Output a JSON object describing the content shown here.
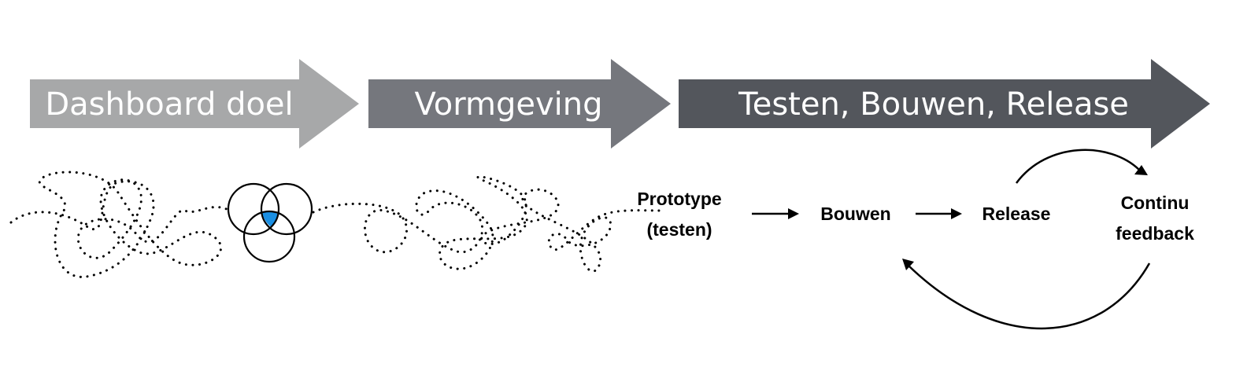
{
  "colors": {
    "phase_1": "#a7a8a9",
    "phase_2": "#75777d",
    "phase_3": "#53565c",
    "venn_highlight": "#1a8fe3"
  },
  "phases": [
    {
      "label": "Dashboard doel"
    },
    {
      "label": "Vormgeving"
    },
    {
      "label": "Testen, Bouwen, Release"
    }
  ],
  "steps": {
    "prototype": {
      "line1": "Prototype",
      "line2": "(testen)"
    },
    "bouwen": {
      "label": "Bouwen"
    },
    "release": {
      "label": "Release"
    },
    "feedback": {
      "line1": "Continu",
      "line2": "feedback"
    }
  }
}
